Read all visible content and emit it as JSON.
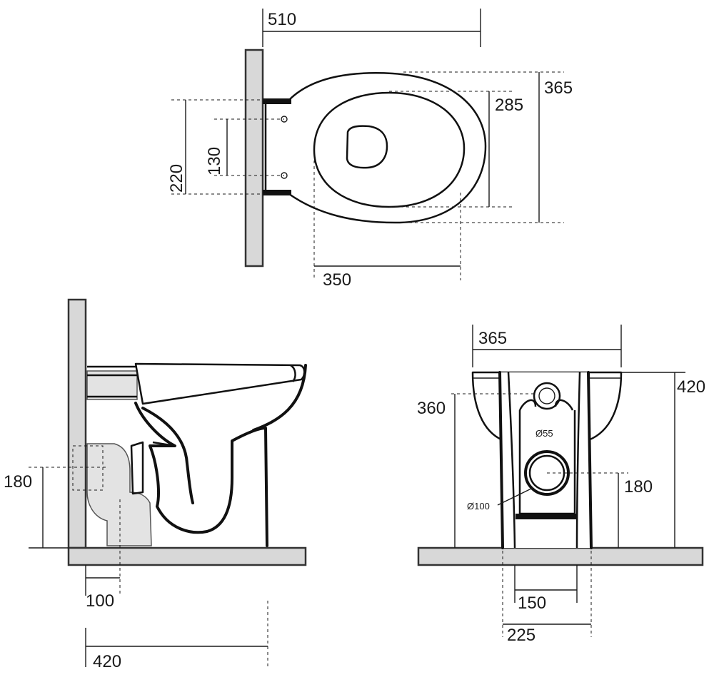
{
  "top_view": {
    "dims": {
      "length": "510",
      "width": "365",
      "inner_width": "285",
      "bracket_span": "220",
      "fixing_holes": "130",
      "rim_depth": "350"
    }
  },
  "side_view": {
    "dims": {
      "outlet_height": "180",
      "outlet_offset": "100",
      "wall_depth": "420"
    }
  },
  "rear_view": {
    "dims": {
      "width": "365",
      "total_height": "420",
      "rim_height": "360",
      "outlet_height": "180",
      "inlet_diameter": "Ø55",
      "outlet_diameter": "Ø100",
      "base_inner": "150",
      "base_outer": "225"
    }
  }
}
